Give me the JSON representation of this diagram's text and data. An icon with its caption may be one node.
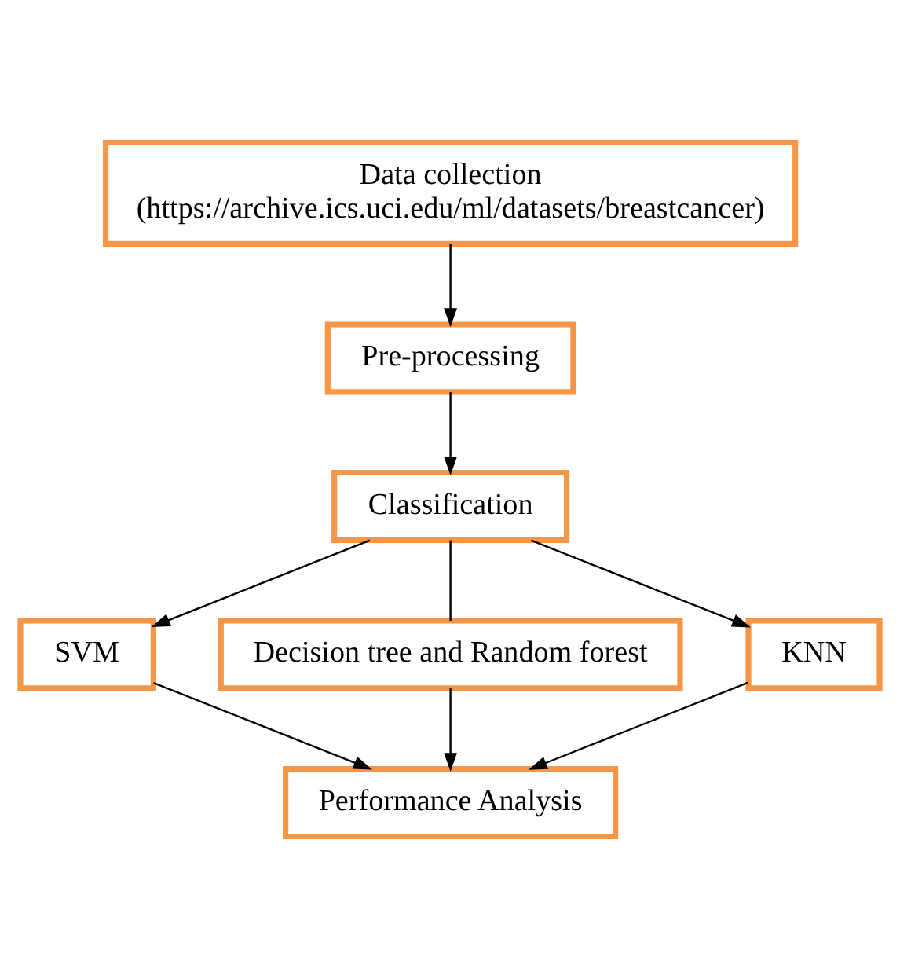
{
  "diagram": {
    "nodes": [
      {
        "text": [
          "Data collection",
          "(https://archive.ics.uci.edu/ml/datasets/breastcancer)"
        ]
      },
      {
        "text": [
          "Pre-processing"
        ]
      },
      {
        "text": [
          "Classification"
        ]
      },
      {
        "text": [
          "SVM"
        ]
      },
      {
        "text": [
          "Decision tree and Random forest"
        ]
      },
      {
        "text": [
          "KNN"
        ]
      },
      {
        "text": [
          "Performance Analysis"
        ]
      }
    ],
    "edges": [
      {
        "from": 0,
        "to": 1,
        "arrow": "to"
      },
      {
        "from": 1,
        "to": 2,
        "arrow": "to"
      },
      {
        "from": 2,
        "to": 3,
        "arrow": "to"
      },
      {
        "from": 2,
        "to": 4,
        "arrow": "none"
      },
      {
        "from": 2,
        "to": 5,
        "arrow": "to"
      },
      {
        "from": 3,
        "to": 6,
        "arrow": "to"
      },
      {
        "from": 4,
        "to": 6,
        "arrow": "to"
      },
      {
        "from": 5,
        "to": 6,
        "arrow": "to"
      }
    ]
  }
}
